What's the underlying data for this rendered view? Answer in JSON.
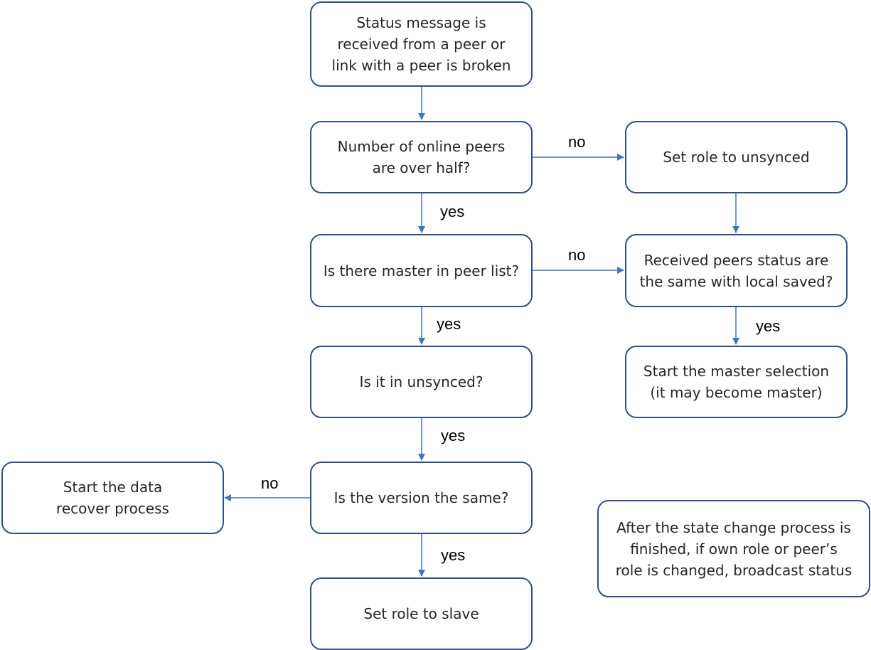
{
  "colors": {
    "node_border": "#2f4f8a",
    "connector": "#4472c4",
    "node_text": "#262626",
    "label_text": "#000000"
  },
  "nodes": {
    "status_received": "Status message is\nreceived from a peer or\nlink with a peer is broken",
    "online_peers_over_half": "Number of online peers\nare over half?",
    "set_role_unsynced": "Set role to unsynced",
    "master_in_peer_list": "Is there master in peer list?",
    "peers_status_same": "Received peers status are\nthe same with local saved?",
    "is_unsynced": "Is it in unsynced?",
    "start_master_selection": "Start the master selection\n(it may become master)",
    "start_data_recover": "Start the data\nrecover process",
    "version_same": "Is the version the same?",
    "set_role_slave": "Set role to slave",
    "broadcast_note": "After the state change process is\nfinished, if own role or peer’s\nrole is changed, broadcast status"
  },
  "edge_labels": {
    "peers_over_half_no": "no",
    "peers_over_half_yes": "yes",
    "master_in_list_no": "no",
    "master_in_list_yes": "yes",
    "status_same_yes": "yes",
    "unsynced_yes": "yes",
    "version_same_no": "no",
    "version_same_yes": "yes"
  }
}
